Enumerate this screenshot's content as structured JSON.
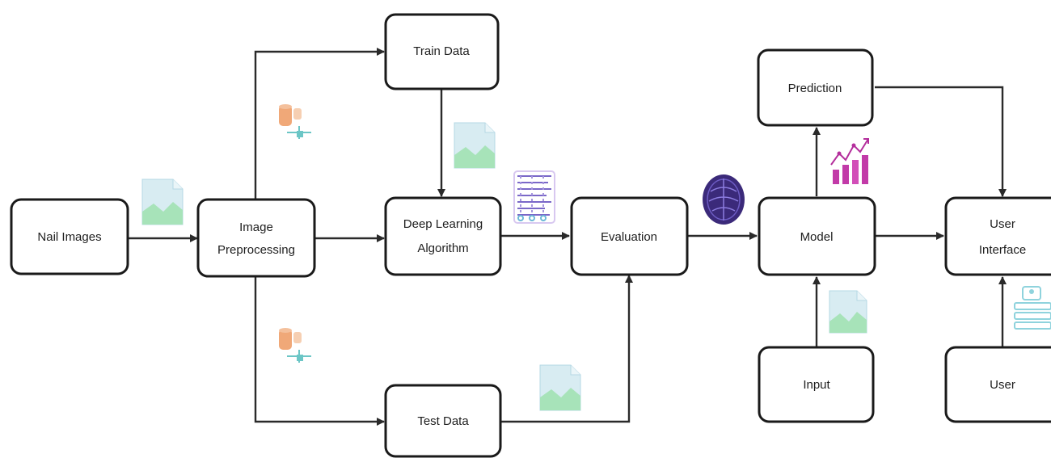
{
  "nodes": {
    "nail_images": {
      "label": "Nail Images"
    },
    "image_preprocessing": {
      "line1": "Image",
      "line2": "Preprocessing"
    },
    "train_data": {
      "label": "Train Data"
    },
    "deep_learning_algorithm": {
      "line1": "Deep Learning",
      "line2": "Algorithm"
    },
    "test_data": {
      "label": "Test Data"
    },
    "evaluation": {
      "label": "Evaluation"
    },
    "model": {
      "label": "Model"
    },
    "prediction": {
      "label": "Prediction"
    },
    "input": {
      "label": "Input"
    },
    "user_interface": {
      "line1": "User",
      "line2": "Interface"
    },
    "user": {
      "label": "User"
    }
  },
  "icons": [
    "image-placeholder-icon",
    "database-split-icon",
    "network-graph-icon",
    "brain-circuit-icon",
    "analytics-chart-icon",
    "server-user-icon"
  ],
  "colors": {
    "node_border": "#1a1a1a",
    "edge": "#2a2a2a",
    "image_icon_fill": "#cfe8ef",
    "image_icon_accent": "#9fe0b0",
    "database_orange": "#f0a878",
    "database_teal": "#6cc6c6",
    "network_purple": "#7a68c8",
    "brain_dark": "#3b2a7a",
    "chart_magenta": "#c23aa8",
    "server_teal": "#8fd3dd"
  }
}
